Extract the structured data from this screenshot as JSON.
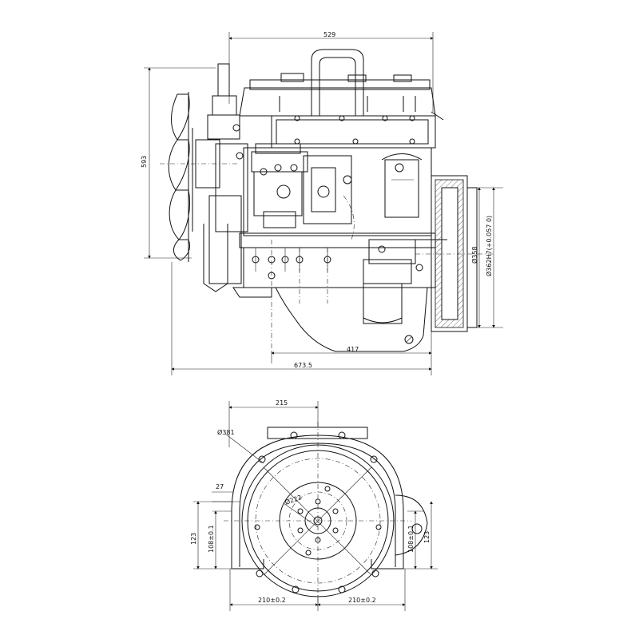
{
  "side_view": {
    "dim_top_width": "529",
    "dim_height": "593",
    "dim_bottom_partial": "417",
    "dim_bottom_total": "673.5",
    "dim_diameter_1": "Ø358",
    "dim_diameter_2": "Ø362H7(+0.057 0)"
  },
  "front_view": {
    "dim_top": "215",
    "dim_diameter_outer": "Ø381",
    "dim_diameter_inner": "Ø222",
    "dim_small": "27",
    "dim_left_123": "123",
    "dim_left_108": "108±0.1",
    "dim_right_108": "108±0.1",
    "dim_right_123": "123",
    "dim_bottom_left": "210±0.2",
    "dim_bottom_right": "210±0.2"
  }
}
